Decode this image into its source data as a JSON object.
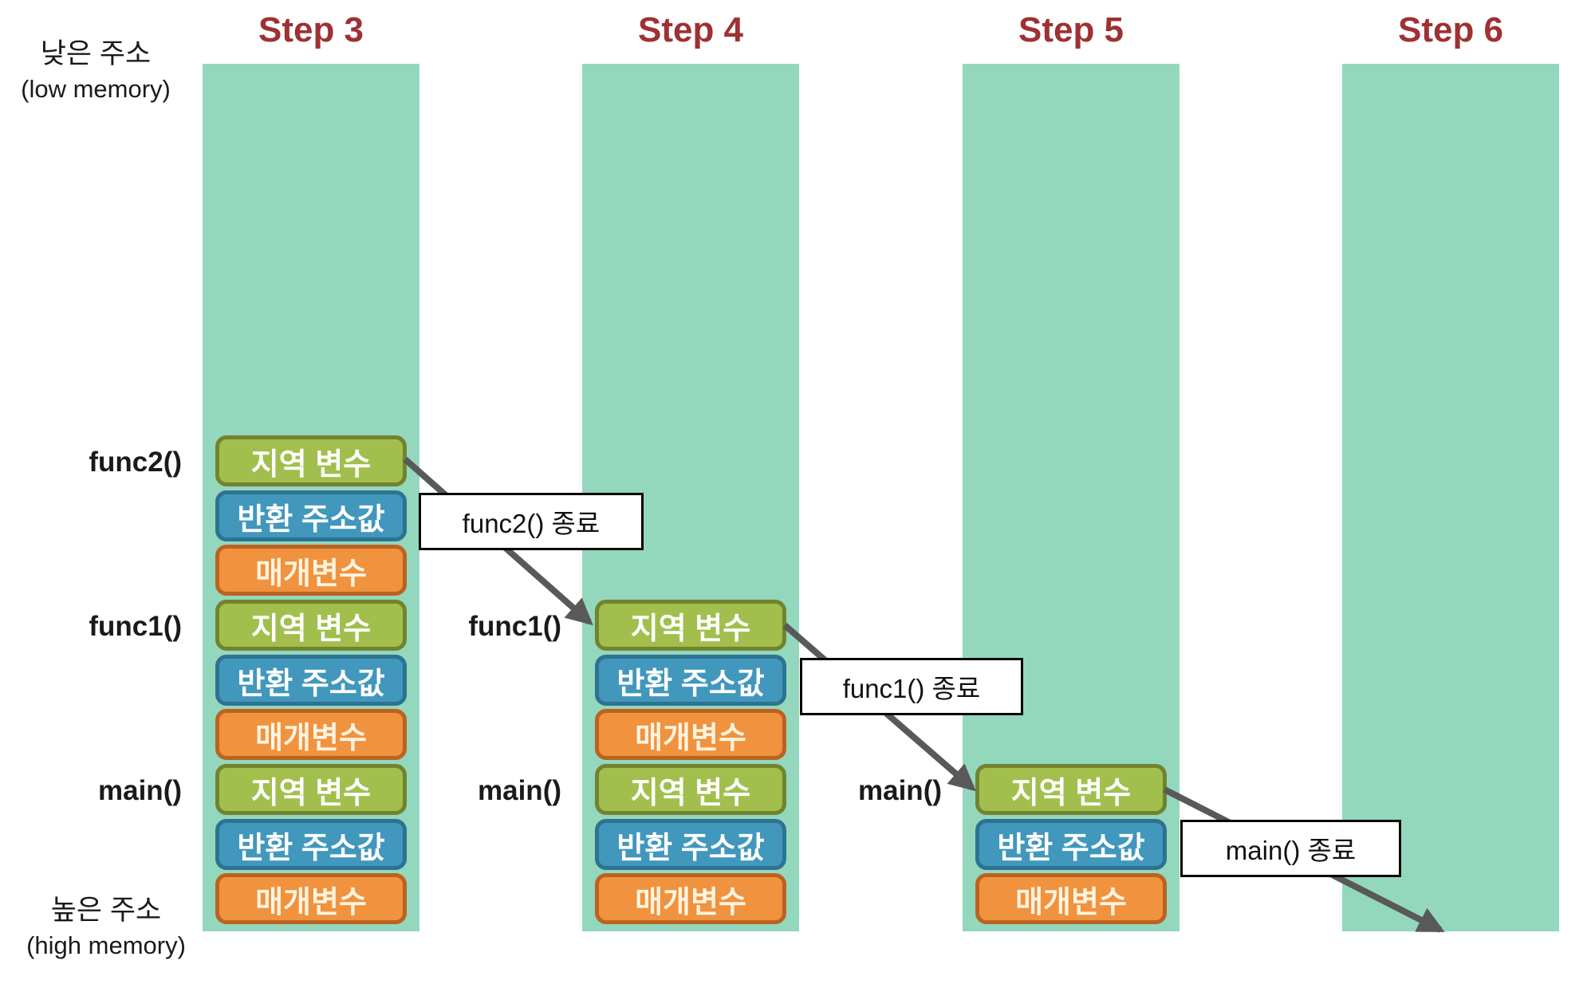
{
  "diagram": {
    "low_address": {
      "ko": "낮은 주소",
      "en": "(low memory)"
    },
    "high_address": {
      "ko": "높은 주소",
      "en": "(high memory)"
    },
    "frame_types": {
      "local": {
        "label": "지역 변수",
        "fill": "#a2bf4d",
        "border": "#72832f",
        "text_color": "#ffffff"
      },
      "return": {
        "label": "반환 주소값",
        "fill": "#4197bc",
        "border": "#2d7391",
        "text_color": "#ffffff"
      },
      "param": {
        "label": "매개변수",
        "fill": "#f0923e",
        "border": "#bc6220",
        "text_color": "#fdf4e0"
      }
    },
    "columns": [
      {
        "header": "Step 3",
        "functions": [
          {
            "name": "func2()",
            "row": 0
          },
          {
            "name": "func1()",
            "row": 3
          },
          {
            "name": "main()",
            "row": 6
          }
        ],
        "frames": [
          {
            "row": 0,
            "type": "local"
          },
          {
            "row": 1,
            "type": "return"
          },
          {
            "row": 2,
            "type": "param"
          },
          {
            "row": 3,
            "type": "local"
          },
          {
            "row": 4,
            "type": "return"
          },
          {
            "row": 5,
            "type": "param"
          },
          {
            "row": 6,
            "type": "local"
          },
          {
            "row": 7,
            "type": "return"
          },
          {
            "row": 8,
            "type": "param"
          }
        ]
      },
      {
        "header": "Step 4",
        "functions": [
          {
            "name": "func1()",
            "row": 3
          },
          {
            "name": "main()",
            "row": 6
          }
        ],
        "frames": [
          {
            "row": 3,
            "type": "local"
          },
          {
            "row": 4,
            "type": "return"
          },
          {
            "row": 5,
            "type": "param"
          },
          {
            "row": 6,
            "type": "local"
          },
          {
            "row": 7,
            "type": "return"
          },
          {
            "row": 8,
            "type": "param"
          }
        ]
      },
      {
        "header": "Step 5",
        "functions": [
          {
            "name": "main()",
            "row": 6
          }
        ],
        "frames": [
          {
            "row": 6,
            "type": "local"
          },
          {
            "row": 7,
            "type": "return"
          },
          {
            "row": 8,
            "type": "param"
          }
        ]
      },
      {
        "header": "Step 6",
        "functions": [],
        "frames": []
      }
    ],
    "arrows": [
      {
        "label": "func2() 종료"
      },
      {
        "label": "func1() 종료"
      },
      {
        "label": "main() 종료"
      }
    ],
    "colors": {
      "column_fill": "#93d8bd",
      "step_header": "#9e3133",
      "arrow": "#595959",
      "function_label": "#1a1a1a",
      "label_box_bg": "#ffffff",
      "label_box_border": "#000000",
      "memory_label": "#1a1a1a"
    }
  }
}
